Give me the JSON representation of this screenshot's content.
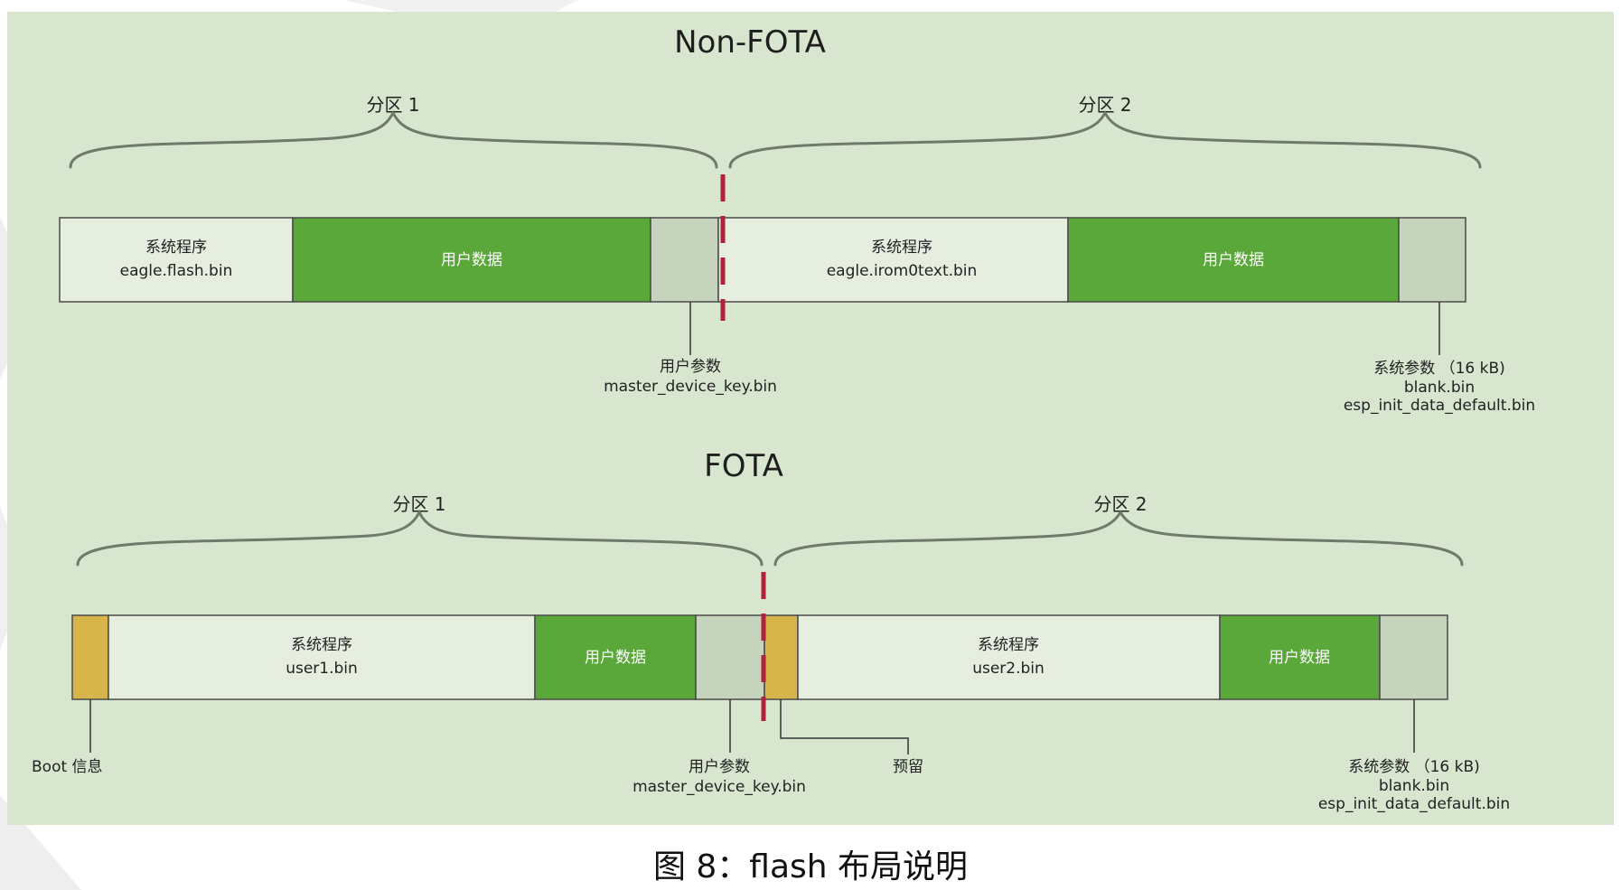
{
  "colors": {
    "panel": "#d8e6cf",
    "system_program": "#e6eedf",
    "user_data": "#5aa73a",
    "parameter": "#c6d3bd",
    "boot": "#d8b54a",
    "divider": "#b0223a"
  },
  "non_fota": {
    "title": "Non-FOTA",
    "partition1": "分区 1",
    "partition2": "分区 2",
    "sys1_line1": "系统程序",
    "sys1_line2": "eagle.flash.bin",
    "userdata1": "用户数据",
    "sys2_line1": "系统程序",
    "sys2_line2": "eagle.irom0text.bin",
    "userdata2": "用户数据",
    "userparam_line1": "用户参数",
    "userparam_line2": "master_device_key.bin",
    "sysparam_line1": "系统参数 （16 kB)",
    "sysparam_line2": "blank.bin",
    "sysparam_line3": "esp_init_data_default.bin"
  },
  "fota": {
    "title": "FOTA",
    "partition1": "分区 1",
    "partition2": "分区 2",
    "sys1_line1": "系统程序",
    "sys1_line2": "user1.bin",
    "userdata1": "用户数据",
    "sys2_line1": "系统程序",
    "sys2_line2": "user2.bin",
    "userdata2": "用户数据",
    "boot_label": "Boot 信息",
    "userparam_line1": "用户参数",
    "userparam_line2": "master_device_key.bin",
    "reserved_label": "预留",
    "sysparam_line1": "系统参数 （16 kB)",
    "sysparam_line2": "blank.bin",
    "sysparam_line3": "esp_init_data_default.bin"
  },
  "caption": "图  8：flash 布局说明"
}
